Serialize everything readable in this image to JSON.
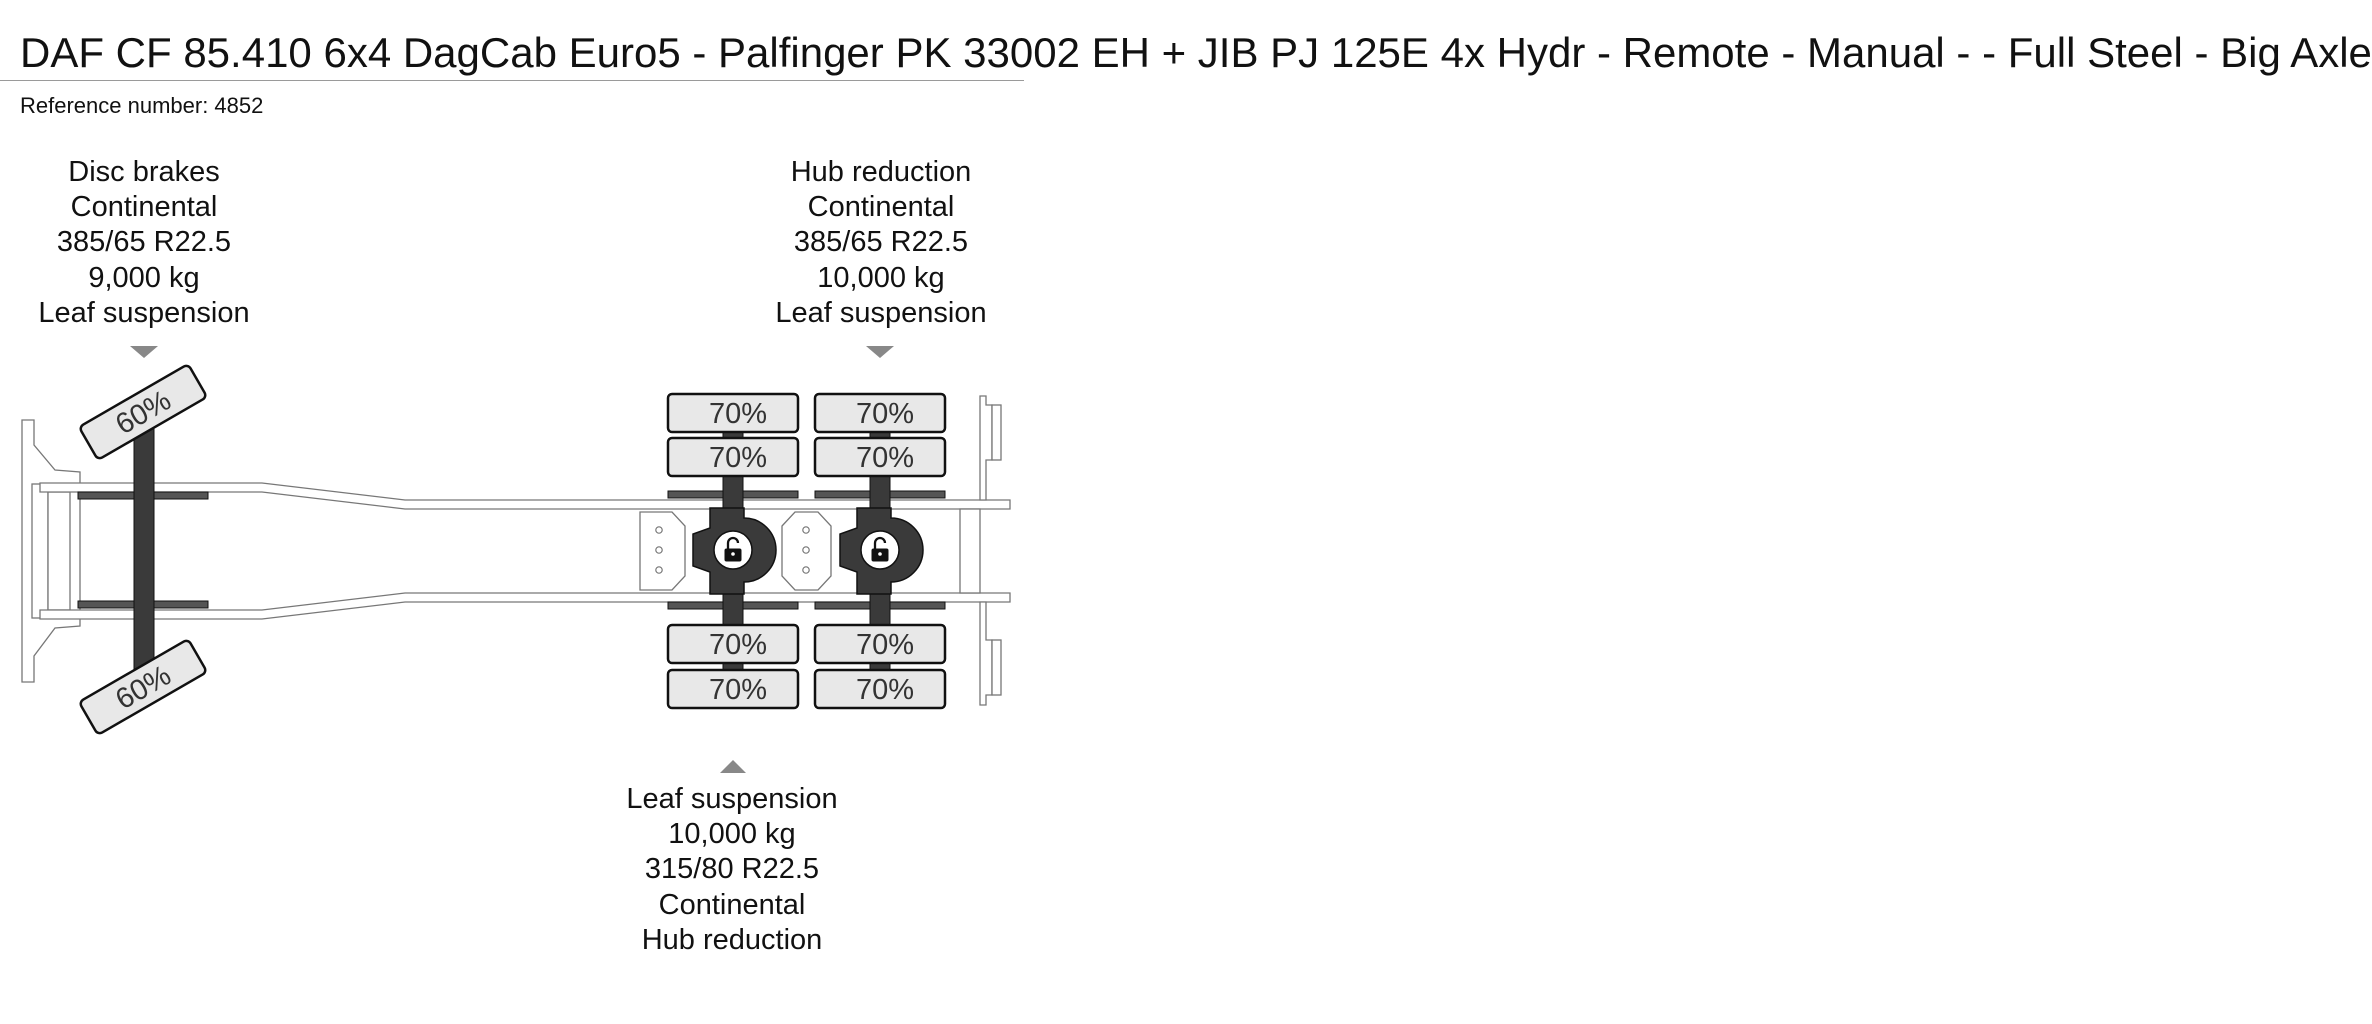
{
  "header": {
    "title": "DAF CF 85.410 6x4 DagCab Euro5 - Palfinger PK 33002 EH + JIB PJ 125E 4x Hydr - Remote - Manual - - Full Steel - Big Axle",
    "reference": "Reference number: 4852"
  },
  "axles": {
    "front": {
      "specs": [
        "Disc brakes",
        "Continental",
        "385/65 R22.5",
        "9,000 kg",
        "Leaf suspension"
      ],
      "tread": [
        "60%",
        "60%"
      ]
    },
    "rear_1": {
      "specs": [
        "Leaf suspension",
        "10,000 kg",
        "315/80 R22.5",
        "Continental",
        "Hub reduction"
      ],
      "tread": [
        "70%",
        "70%",
        "70%",
        "70%"
      ]
    },
    "rear_2": {
      "specs": [
        "Hub reduction",
        "Continental",
        "385/65 R22.5",
        "10,000 kg",
        "Leaf suspension"
      ],
      "tread": [
        "70%",
        "70%",
        "70%",
        "70%"
      ]
    }
  },
  "colors": {
    "stroke": "#111111",
    "tire_fill": "#e8e8e8",
    "frame": "#ffffff",
    "arrow": "#888888",
    "axle": "#3a3a3a"
  },
  "icons": {
    "differential_lock": "unlocked-padlock-icon"
  }
}
